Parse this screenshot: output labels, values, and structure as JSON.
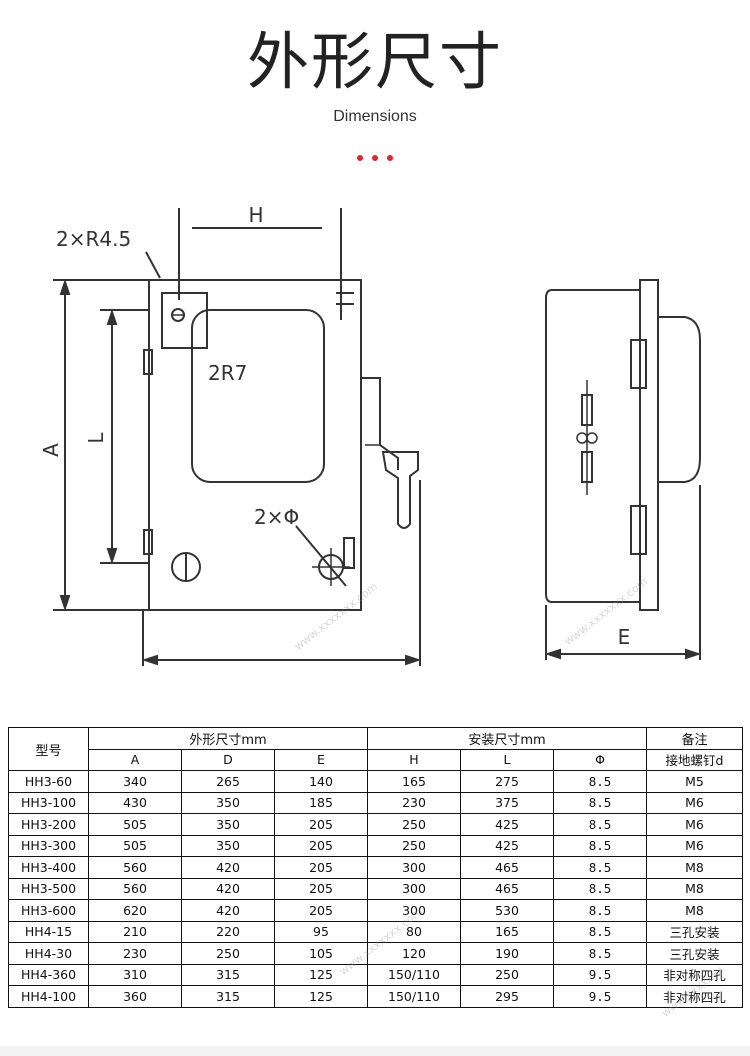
{
  "header": {
    "title": "外形尺寸",
    "subtitle": "Dimensions",
    "accent_color": "#d9282f"
  },
  "drawing": {
    "front_labels": {
      "H": "H",
      "radius": "2×R4.5",
      "corner": "2R7",
      "holes": "2×Φ",
      "A": "A",
      "L": "L"
    },
    "side_labels": {
      "E": "E"
    }
  },
  "table": {
    "col_model": "型号",
    "group_outer": "外形尺寸mm",
    "group_mount": "安装尺寸mm",
    "group_note": "备注",
    "sub_headers": [
      "A",
      "D",
      "E",
      "H",
      "L",
      "Φ",
      "接地螺钉d"
    ],
    "rows": [
      [
        "HH3-60",
        "340",
        "265",
        "140",
        "165",
        "275",
        "8.5",
        "M5"
      ],
      [
        "HH3-100",
        "430",
        "350",
        "185",
        "230",
        "375",
        "8.5",
        "M6"
      ],
      [
        "HH3-200",
        "505",
        "350",
        "205",
        "250",
        "425",
        "8.5",
        "M6"
      ],
      [
        "HH3-300",
        "505",
        "350",
        "205",
        "250",
        "425",
        "8.5",
        "M6"
      ],
      [
        "HH3-400",
        "560",
        "420",
        "205",
        "300",
        "465",
        "8.5",
        "M8"
      ],
      [
        "HH3-500",
        "560",
        "420",
        "205",
        "300",
        "465",
        "8.5",
        "M8"
      ],
      [
        "HH3-600",
        "620",
        "420",
        "205",
        "300",
        "530",
        "8.5",
        "M8"
      ],
      [
        "HH4-15",
        "210",
        "220",
        "95",
        "80",
        "165",
        "8.5",
        "三孔安装"
      ],
      [
        "HH4-30",
        "230",
        "250",
        "105",
        "120",
        "190",
        "8.5",
        "三孔安装"
      ],
      [
        "HH4-360",
        "310",
        "315",
        "125",
        "150/110",
        "250",
        "9.5",
        "非对称四孔"
      ],
      [
        "HH4-100",
        "360",
        "315",
        "125",
        "150/110",
        "295",
        "9.5",
        "非对称四孔"
      ]
    ]
  }
}
